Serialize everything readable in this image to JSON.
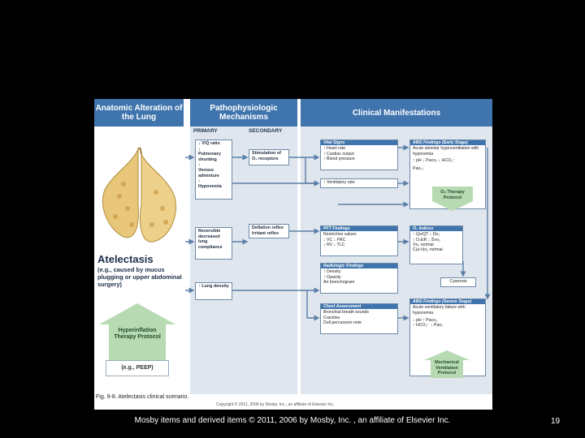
{
  "figure": {
    "col1_header": "Anatomic Alteration of the Lung",
    "col2_header": "Pathophysiologic Mechanisms",
    "col3_header": "Clinical Manifestations",
    "primary_label": "PRIMARY",
    "secondary_label": "SECONDARY",
    "atelectasis_title": "Atelectasis",
    "atelectasis_desc": "(e.g., caused by mucus plugging or upper abdominal surgery)",
    "hyperinflation_protocol": "Hyperinflation Therapy Protocol",
    "peep_label": "(e.g., PEEP)",
    "primary_mechanisms_top": [
      "↓ V̇/Q̇ ratio",
      "↓",
      "Pulmonary shunting",
      "↓",
      "Venous admixture",
      "↓",
      "Hypoxemia"
    ],
    "primary_mechanisms_mid": [
      "Reversible decreased lung compliance"
    ],
    "primary_mechanisms_low": [
      "↑ Lung density"
    ],
    "secondary_mechanisms": {
      "stimulation": "Stimulation of O₂ receptors",
      "deflation": "Deflation reflex Irritant reflex"
    },
    "vital_signs": {
      "header": "Vital Signs",
      "lines": [
        "↑ Heart rate",
        "↑ Cardiac output",
        "↑ Blood pressure"
      ]
    },
    "ventilatory_rate": "↑ Ventilatory rate",
    "abg_early": {
      "header": "ABG Findings (Early Stage)",
      "lines": [
        "Acute alveolar hyperventilation with hypoxemia",
        "↑ pH  ↓ Paco₂  ↓ HCO₃⁻",
        "Pao₂↓"
      ]
    },
    "o2_protocol": "O₂ Therapy Protocol",
    "o2_indices": {
      "header": "O₂ Indices",
      "lines": [
        "↑ Qs/QT  ↓ Do₂",
        "↑ O₂ER  ↓ S̄vo₂",
        "V̇o₂ normal",
        "C(a-v̄)o₂ normal"
      ]
    },
    "pft_findings": {
      "header": "PFT Findings",
      "lines": [
        "Restrictive values",
        "↓ VC  ↓ FRC",
        "↓ RV  ↓ TLC"
      ]
    },
    "radiologic_findings": {
      "header": "Radiologic Findings",
      "lines": [
        "↑ Density",
        "↑ Opacity",
        "Air bronchogram"
      ]
    },
    "cyanosis": "Cyanosis",
    "chest_assessment": {
      "header": "Chest Assessment",
      "lines": [
        "Bronchial breath sounds",
        "Crackles",
        "Dull percussion note"
      ]
    },
    "abg_severe": {
      "header": "ABG Findings (Severe Stage)",
      "lines": [
        "Acute ventilatory failure with hypoxemia",
        "↓ pH  ↑ Paco₂",
        "↑ HCO₃⁻  ↓ Pao₂"
      ]
    },
    "ventilation_protocol": "Mechanical Ventilation Protocol",
    "caption": "Fig. 9-8. Atelectasis clinical scenario.",
    "copyright": "Copyright © 2011, 2006 by Mosby, Inc., an affiliate of Elsevier Inc."
  },
  "footer": "Mosby items and derived items © 2011, 2006 by Mosby, Inc. , an affiliate of Elsevier Inc.",
  "page_number": "19",
  "colors": {
    "header_blue": "#3f74ad",
    "lane_gray": "#dfe6ee",
    "protocol_green": "#b7dab3",
    "background": "#000000"
  }
}
